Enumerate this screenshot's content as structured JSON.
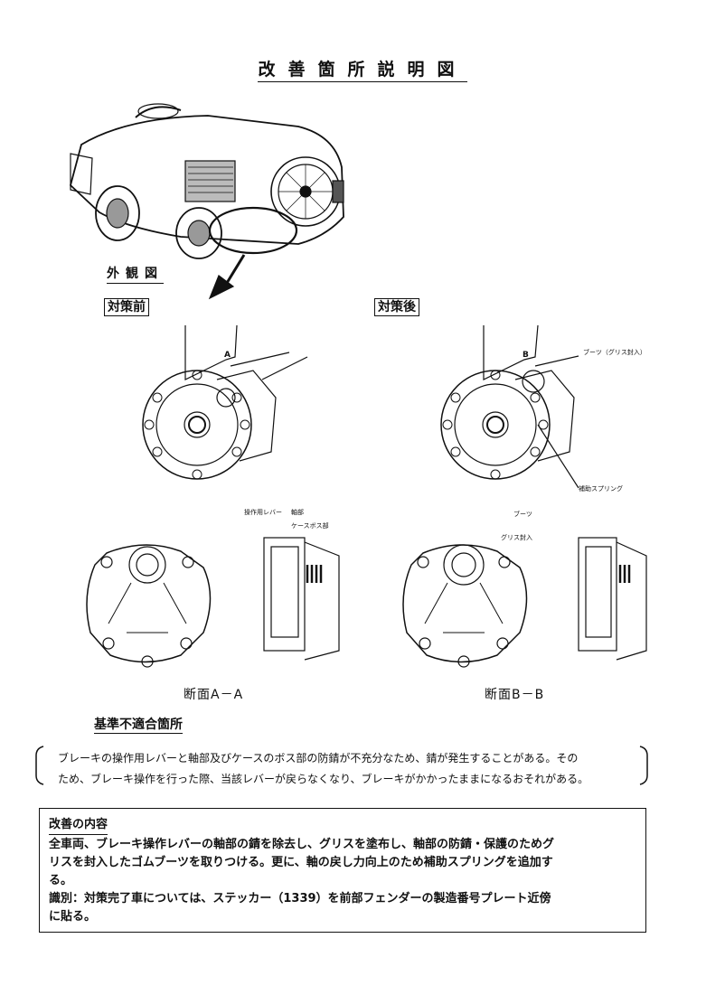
{
  "title": "改善箇所説明図",
  "labels": {
    "exterior": "外観図",
    "before": "対策前",
    "after": "対策後",
    "section_a": "断面A－A",
    "section_b": "断面B－B",
    "marker_a": "A",
    "marker_b": "B",
    "boot_grease": "ブーツ（グリス封入）",
    "aux_spring": "補助スプリング",
    "op_lever": "操作用レバー",
    "shaft": "軸部",
    "case_boss": "ケースボス部",
    "boot": "ブーツ",
    "grease_fill": "グリス封入"
  },
  "nonconformity": {
    "heading": "基準不適合箇所",
    "line1": "ブレーキの操作用レバーと軸部及びケースのボス部の防錆が不充分なため、錆が発生することがある。その",
    "line2": "ため、ブレーキ操作を行った際、当該レバーが戻らなくなり、ブレーキがかかったままになるおそれがある。"
  },
  "improvement": {
    "heading": "改善の内容",
    "line1": "全車両、ブレーキ操作レバーの軸部の錆を除去し、グリスを塗布し、軸部の防錆・保護のためグ",
    "line2": "リスを封入したゴムブーツを取りつける。更に、軸の戻し力向上のため補助スプリングを追加す",
    "line3": "る。",
    "line4": "識別：対策完了車については、ステッカー（1339）を前部フェンダーの製造番号プレート近傍",
    "line5": "に貼る。"
  }
}
